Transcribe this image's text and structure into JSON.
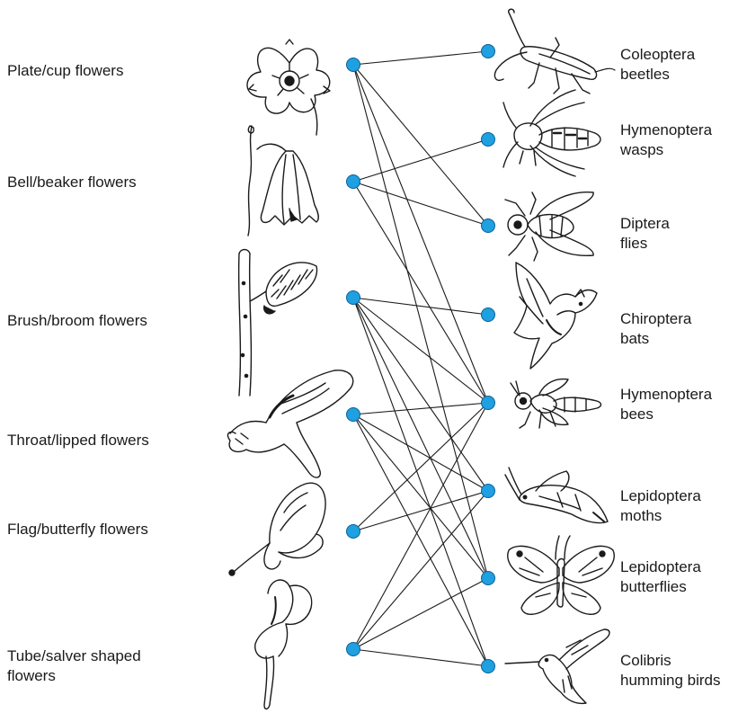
{
  "colors": {
    "node_fill": "#1fa0e0",
    "node_stroke": "#0d5f99",
    "edge": "#1a1a1a",
    "ink": "#1a1a1a"
  },
  "flowers": [
    {
      "id": "plate",
      "line1": "Plate/cup flowers",
      "line2": "",
      "icon": "plate-flower-icon"
    },
    {
      "id": "bell",
      "line1": "Bell/beaker flowers",
      "line2": "",
      "icon": "bell-flower-icon"
    },
    {
      "id": "brush",
      "line1": "Brush/broom flowers",
      "line2": "",
      "icon": "brush-flower-icon"
    },
    {
      "id": "throat",
      "line1": "Throat/lipped flowers",
      "line2": "",
      "icon": "throat-flower-icon"
    },
    {
      "id": "flag",
      "line1": "Flag/butterfly flowers",
      "line2": "",
      "icon": "flag-flower-icon"
    },
    {
      "id": "tube",
      "line1": "Tube/salver shaped",
      "line2": "flowers",
      "icon": "tube-flower-icon"
    }
  ],
  "pollinators": [
    {
      "id": "beetles",
      "line1": "Coleoptera",
      "line2": "beetles",
      "icon": "beetle-icon"
    },
    {
      "id": "wasps",
      "line1": "Hymenoptera",
      "line2": "wasps",
      "icon": "wasp-icon"
    },
    {
      "id": "flies",
      "line1": "Diptera",
      "line2": "flies",
      "icon": "fly-icon"
    },
    {
      "id": "bats",
      "line1": "Chiroptera",
      "line2": "bats",
      "icon": "bat-icon"
    },
    {
      "id": "bees",
      "line1": "Hymenoptera",
      "line2": "bees",
      "icon": "bee-icon"
    },
    {
      "id": "moths",
      "line1": "Lepidoptera",
      "line2": "moths",
      "icon": "moth-icon"
    },
    {
      "id": "butterflies",
      "line1": "Lepidoptera",
      "line2": "butterflies",
      "icon": "butterfly-icon"
    },
    {
      "id": "hummingbirds",
      "line1": "Colibris",
      "line2": "humming birds",
      "icon": "hummingbird-icon"
    }
  ],
  "links": [
    [
      "plate",
      "beetles"
    ],
    [
      "plate",
      "flies"
    ],
    [
      "plate",
      "bees"
    ],
    [
      "plate",
      "butterflies"
    ],
    [
      "bell",
      "wasps"
    ],
    [
      "bell",
      "flies"
    ],
    [
      "bell",
      "bees"
    ],
    [
      "brush",
      "bats"
    ],
    [
      "brush",
      "bees"
    ],
    [
      "brush",
      "moths"
    ],
    [
      "brush",
      "butterflies"
    ],
    [
      "brush",
      "hummingbirds"
    ],
    [
      "throat",
      "bees"
    ],
    [
      "throat",
      "moths"
    ],
    [
      "throat",
      "butterflies"
    ],
    [
      "throat",
      "hummingbirds"
    ],
    [
      "flag",
      "bees"
    ],
    [
      "flag",
      "moths"
    ],
    [
      "tube",
      "bees"
    ],
    [
      "tube",
      "moths"
    ],
    [
      "tube",
      "butterflies"
    ],
    [
      "tube",
      "hummingbirds"
    ]
  ]
}
